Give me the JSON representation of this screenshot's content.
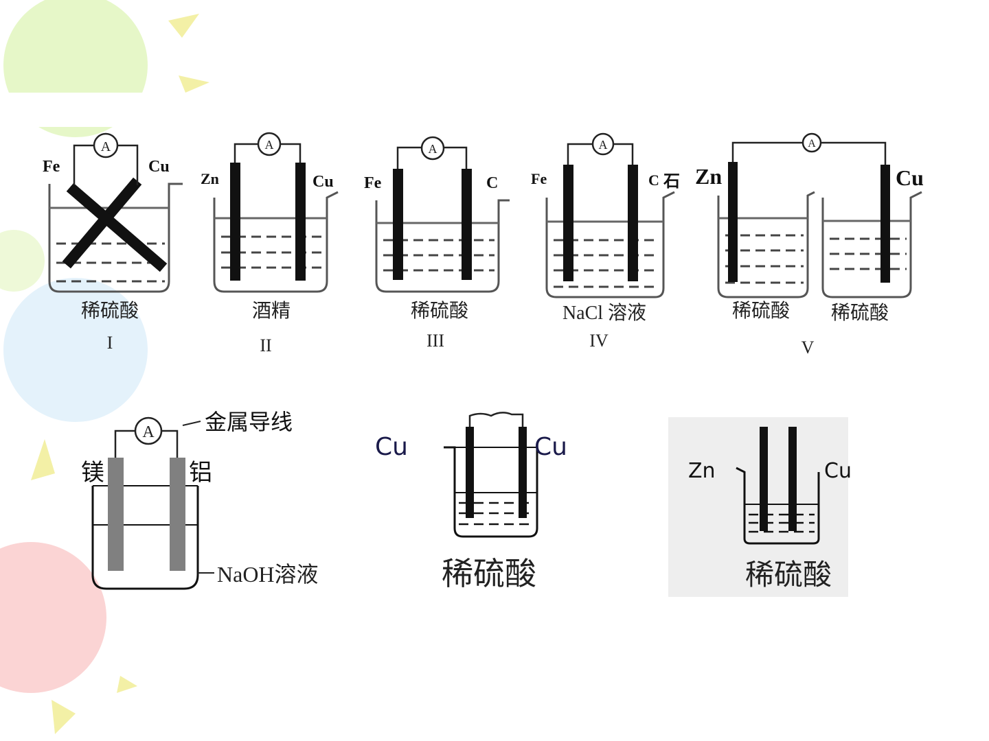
{
  "colors": {
    "balloon_green": "#e6f7c8",
    "balloon_blue": "#e4f2fb",
    "balloon_red": "#fbd4d4",
    "ray_yellow": "#f3f0a6",
    "electrode_black": "#111111",
    "electrode_grey": "#808080",
    "panel_grey": "#eeeeee"
  },
  "meter_symbol": "A",
  "cells": {
    "I": {
      "left": "Fe",
      "right": "Cu",
      "solution": "稀硫酸",
      "numeral": "I"
    },
    "II": {
      "left": "Zn",
      "right": "Cu",
      "solution": "酒精",
      "numeral": "II"
    },
    "III": {
      "left": "Fe",
      "right": "C",
      "solution": "稀硫酸",
      "numeral": "III"
    },
    "IV": {
      "left": "Fe",
      "right": "C",
      "right_extra": "石",
      "solution": "NaCl 溶液",
      "numeral": "IV"
    },
    "V": {
      "left": "Zn",
      "right": "Cu",
      "solution_left": "稀硫酸",
      "solution_right": "稀硫酸",
      "numeral": "V"
    }
  },
  "cell_mg_al": {
    "left": "镁",
    "right": "铝",
    "wire_label": "金属导线",
    "solution": "NaOH溶液"
  },
  "cell_cu_cu": {
    "left": "Cu",
    "right": "Cu",
    "solution": "稀硫酸"
  },
  "cell_zn_cu": {
    "left": "Zn",
    "right": "Cu",
    "solution": "稀硫酸"
  }
}
